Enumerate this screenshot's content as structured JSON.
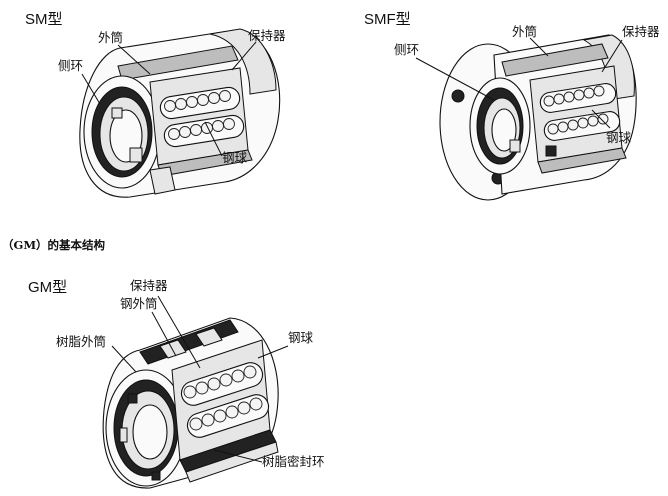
{
  "sm": {
    "title": "SM型",
    "labels": {
      "outer": "外筒",
      "retainer": "保持器",
      "side_ring": "侧环",
      "ball": "钢球"
    }
  },
  "smf": {
    "title": "SMF型",
    "labels": {
      "outer": "外筒",
      "retainer": "保持器",
      "side_ring": "侧环",
      "ball": "钢球"
    }
  },
  "caption": "（GM）的基本结构",
  "gm": {
    "title": "GM型",
    "labels": {
      "retainer": "保持器",
      "steel_outer": "钢外筒",
      "resin_outer": "树脂外筒",
      "ball": "钢球",
      "resin_seal": "树脂密封环"
    }
  }
}
